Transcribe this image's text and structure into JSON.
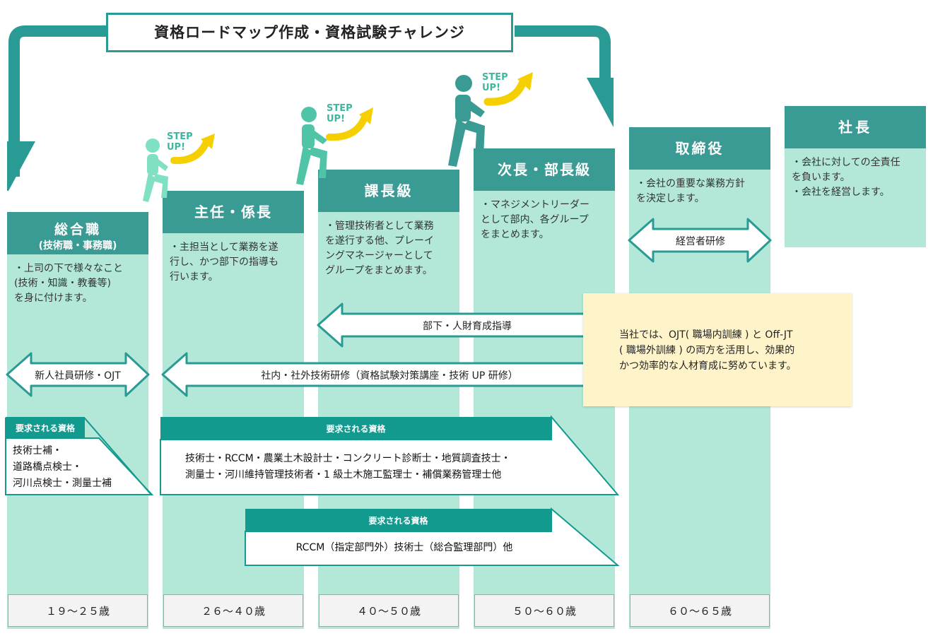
{
  "title": "資格ロードマップ作成・資格試験チャレンジ",
  "step_label": "STEP\nUP!",
  "colors": {
    "column": "#b3e8d9",
    "header": "#3a9a94",
    "frame": "#2a9a95",
    "note": "#fff4c9",
    "arrow_yellow": "#f6cf00"
  },
  "columns": [
    {
      "title": "総合職",
      "subtitle": "(技術職・事務職)",
      "desc": "・上司の下で様々なこと\n(技術・知識・教養等)\nを身に付けます。",
      "age": "１９〜２５歳"
    },
    {
      "title": "主任・係長",
      "desc": "・主担当として業務を遂\n行し、かつ部下の指導も\n行います。",
      "age": "２６〜４０歳"
    },
    {
      "title": "課長級",
      "desc": "・管理技術者として業務\nを遂行する他、プレーイ\nングマネージャーとして\nグループをまとめます。",
      "age": "４０〜５０歳"
    },
    {
      "title": "次長・部長級",
      "desc": "・マネジメントリーダー\nとして部内、各グループ\nをまとめます。",
      "age": "５０〜６０歳"
    },
    {
      "title": "取締役",
      "desc": "・会社の重要な業務方針\nを決定します。",
      "age": "６０〜６５歳"
    },
    {
      "title": "社長",
      "desc": "・会社に対しての全責任\nを負います。\n・会社を経営します。"
    }
  ],
  "arrows": {
    "executive": "経営者研修",
    "subordinate": "部下・人財育成指導",
    "new_employee": "新人社員研修・OJT",
    "technical": "社内・社外技術研修（資格試験対策講座・技術 UP 研修）"
  },
  "note": "当社では、OJT( 職場内訓練 ) と Off-JT\n( 職場外訓練 ) の両方を活用し、効果的\nかつ効率的な人材育成に努めています。",
  "qualifications": [
    {
      "label": "要求される資格",
      "text": "技術士補・\n道路橋点検士・\n河川点検士・測量士補"
    },
    {
      "label": "要求される資格",
      "text": "技術士・RCCM・農業土木設計士・コンクリート診断士・地質調査技士・\n測量士・河川維持管理技術者・1 級土木施工監理士・補償業務管理士他"
    },
    {
      "label": "要求される資格",
      "text": "RCCM（指定部門外）技術士（総合監理部門）他"
    }
  ]
}
